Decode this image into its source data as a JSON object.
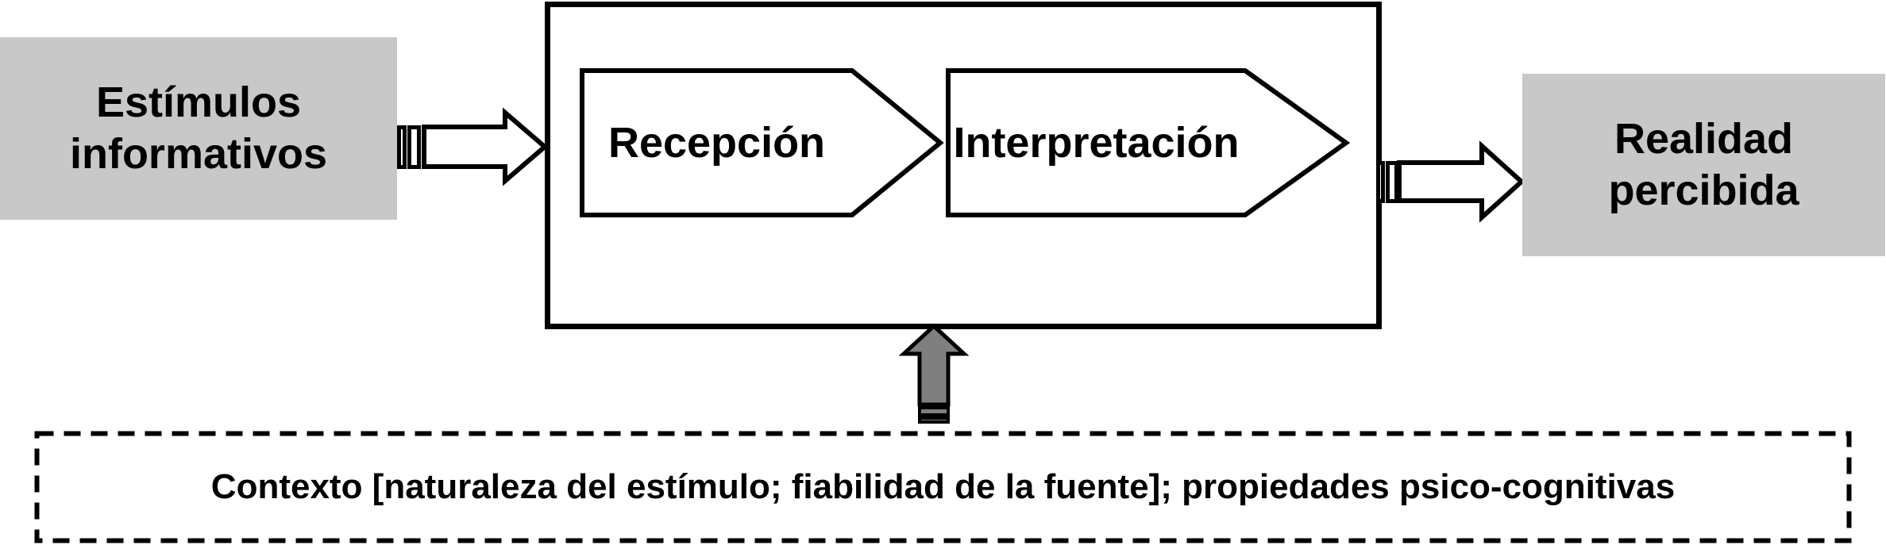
{
  "diagram": {
    "left_box": {
      "line1": "Estímulos",
      "line2": "informativos"
    },
    "steps": [
      {
        "label": "Recepción"
      },
      {
        "label": "Interpretación"
      }
    ],
    "right_box": {
      "line1": "Realidad",
      "line2": "percibida"
    },
    "context": {
      "label": "Contexto [naturaleza del estímulo; fiabilidad de la fuente]; propiedades psico-cognitivas"
    }
  },
  "colors": {
    "box_fill": "#c8c8c8",
    "arrow_fill": "#7f7f7f",
    "outline": "#000000",
    "background": "#ffffff"
  }
}
